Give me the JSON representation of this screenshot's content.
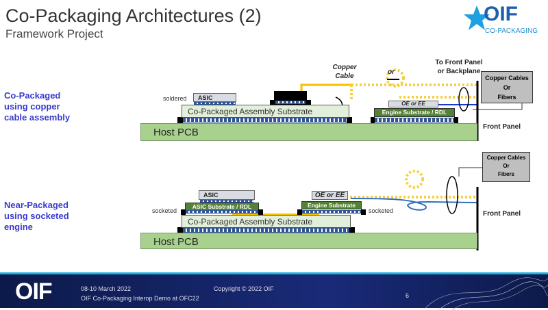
{
  "title": "Co-Packaging Architectures (2)",
  "subtitle": "Framework Project",
  "logo": {
    "text": "OIF",
    "tag": "CO-PACKAGING"
  },
  "top": {
    "side_label": [
      "Co-Packaged",
      "using copper",
      "cable assembly"
    ],
    "host_pcb": "Host PCB",
    "substrate": "Co-Packaged Assembly Substrate",
    "asic": "ASIC",
    "soldered": "soldered",
    "engine_substrate": "Engine Substrate / RDL",
    "oe": "OE or EE",
    "copper_cable": [
      "Copper",
      "Cable"
    ],
    "or": "or",
    "to_front": [
      "To Front Panel",
      "or Backplane"
    ],
    "box": [
      "Copper Cables",
      "Or",
      "Fibers"
    ],
    "front_panel": "Front Panel"
  },
  "bottom": {
    "side_label": [
      "Near-Packaged",
      "using socketed",
      "engine"
    ],
    "host_pcb": "Host PCB",
    "substrate": "Co-Packaged Assembly Substrate",
    "asic": "ASIC",
    "asic_substrate": "ASIC Substrate / RDL",
    "engine_substrate": "Engine Substrate",
    "oe": "OE or EE",
    "socketed_left": "socketed",
    "socketed_right": "socketed",
    "box": [
      "Copper Cables",
      "Or",
      "Fibers"
    ],
    "front_panel": "Front Panel"
  },
  "footer": {
    "logo": "OIF",
    "date": "08-10 March 2022",
    "event": "OIF Co-Packaging Interop Demo at OFC22",
    "copyright": "Copyright © 2022 OIF",
    "page": "6"
  }
}
